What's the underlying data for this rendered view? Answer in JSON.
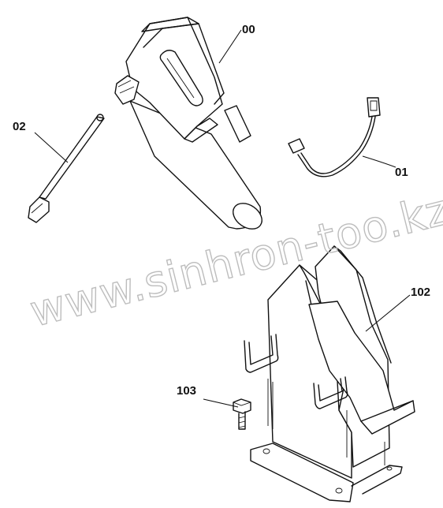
{
  "diagram": {
    "watermark": "www.sinhron-too.kz",
    "parts": [
      {
        "id": "part-00",
        "label": "00"
      },
      {
        "id": "part-01",
        "label": "01"
      },
      {
        "id": "part-02",
        "label": "02"
      },
      {
        "id": "part-102",
        "label": "102"
      },
      {
        "id": "part-103",
        "label": "103"
      }
    ]
  }
}
